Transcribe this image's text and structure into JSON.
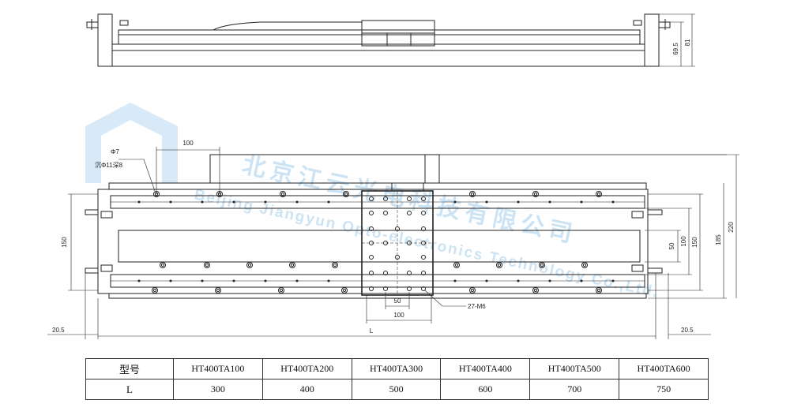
{
  "watermark": {
    "company_cn": "北京江云光电科技有限公司",
    "company_en": "Beijing Jiangyun Opto-electronics Technology Co.,Ltd.",
    "color": "#8fc3e8"
  },
  "dimensions": {
    "d69_5": "69.5",
    "d81": "81",
    "d100_top": "100",
    "hole_dia": "Φ7",
    "hole_cb": "沉Φ11深8",
    "d150_left": "150",
    "d20_5_left": "20.5",
    "d20_5_right": "20.5",
    "L": "L",
    "d50_bottom": "50",
    "d100_bottom": "100",
    "m6": "27-M6",
    "d50_right": "50",
    "d100_right": "100",
    "d150_right": "150",
    "d185": "185",
    "d220": "220"
  },
  "table": {
    "header_label": "型号",
    "row_label": "L",
    "models": [
      "HT400TA100",
      "HT400TA200",
      "HT400TA300",
      "HT400TA400",
      "HT400TA500",
      "HT400TA600"
    ],
    "lengths": [
      "300",
      "400",
      "500",
      "600",
      "700",
      "750"
    ]
  }
}
